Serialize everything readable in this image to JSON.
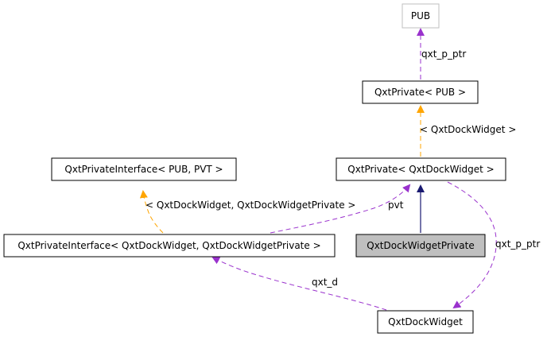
{
  "nodes": {
    "pub": {
      "label": "PUB"
    },
    "qxt_private_pub": {
      "label": "QxtPrivate< PUB >"
    },
    "qxt_private_dock": {
      "label": "QxtPrivate< QxtDockWidget >"
    },
    "qxt_private_interface": {
      "label": "QxtPrivateInterface< PUB, PVT >"
    },
    "qxt_private_interface_dock": {
      "label": "QxtPrivateInterface< QxtDockWidget, QxtDockWidgetPrivate >"
    },
    "dock_widget_private": {
      "label": "QxtDockWidgetPrivate"
    },
    "dock_widget": {
      "label": "QxtDockWidget"
    }
  },
  "edges": {
    "pub_ptr": {
      "label": "qxt_p_ptr"
    },
    "template_dock": {
      "label": "< QxtDockWidget >"
    },
    "template_interface": {
      "label": "< QxtDockWidget, QxtDockWidgetPrivate >"
    },
    "pvt": {
      "label": "pvt"
    },
    "dock_ptr": {
      "label": "qxt_p_ptr"
    },
    "qxt_d": {
      "label": "qxt_d"
    }
  },
  "colors": {
    "usage": "#9a32cd",
    "template": "#ffa500",
    "inheritance": "#191970",
    "highlight_fill": "#bfbfbf",
    "muted_border": "#bfbfbf"
  }
}
